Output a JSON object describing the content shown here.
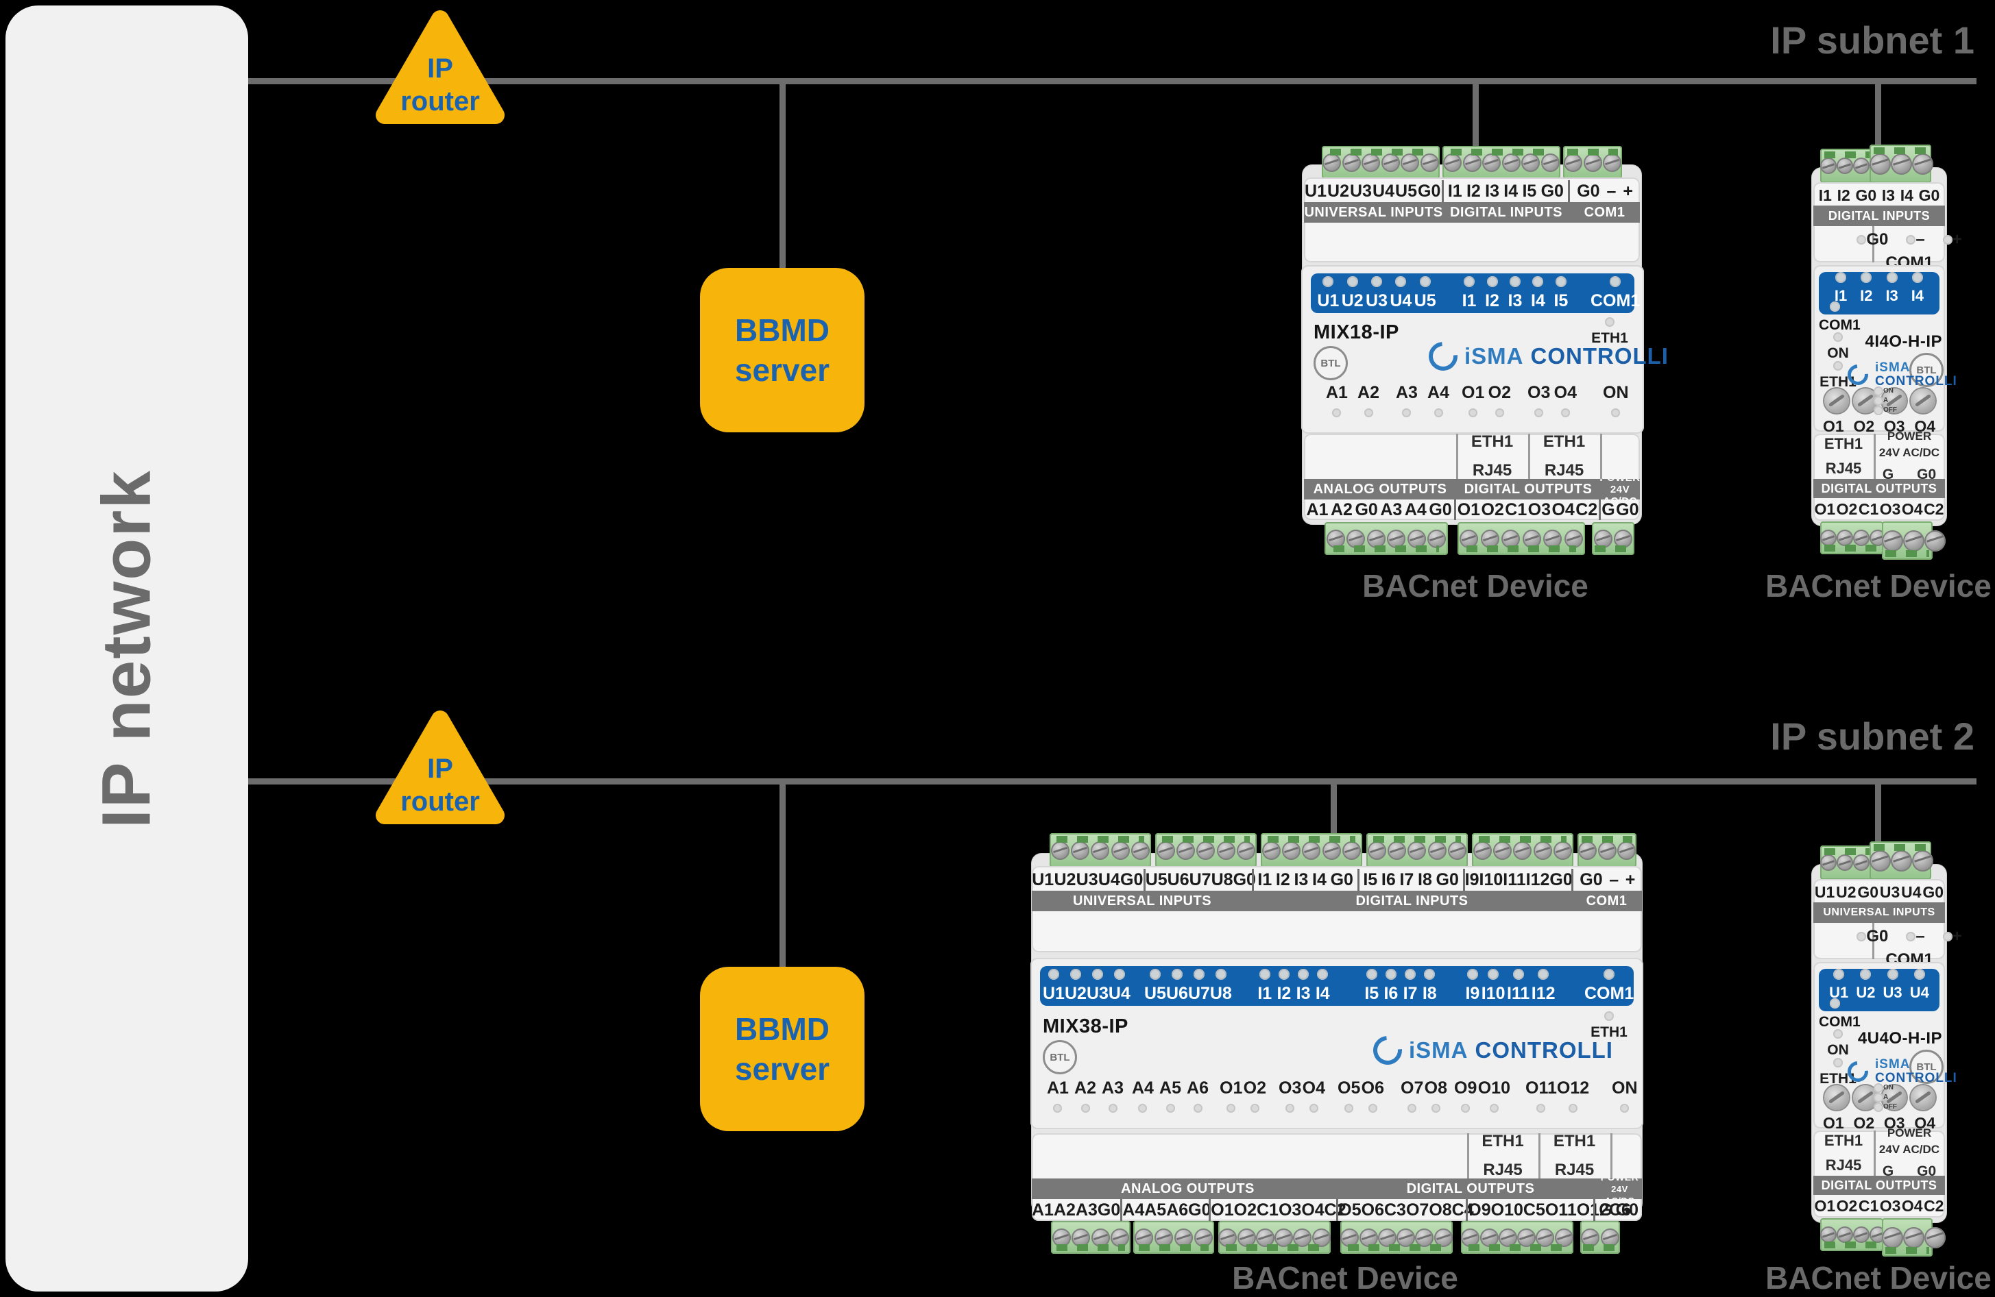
{
  "colors": {
    "accent_yellow": "#f7b50c",
    "accent_blue": "#1b63ae",
    "line_gray": "#6d6d6d",
    "band_gray": "#787878",
    "led_band_blue": "#1161ad",
    "terminal_green": "#9cc893",
    "box_gray": "#f1f1f1"
  },
  "network_box": {
    "label": "IP network"
  },
  "subnets": [
    {
      "label": "IP subnet 1"
    },
    {
      "label": "IP subnet 2"
    }
  ],
  "router": {
    "line1": "IP",
    "line2": "router"
  },
  "bbmd": {
    "line1": "BBMD",
    "line2": "server"
  },
  "bacnet_label": "BACnet Device",
  "brand": {
    "isma": "iSMA",
    "controlli": "CONTROLLI",
    "btl": "BTL"
  },
  "port": {
    "eth": "ETH1",
    "rj45": "RJ45"
  },
  "power": {
    "title": "POWER",
    "voltage": "24V AC/DC",
    "g": "G",
    "g0": "G0"
  },
  "switch_marks": [
    "ON",
    "A",
    "OFF"
  ],
  "mix18": {
    "name": "MIX18-IP",
    "eth": "ETH1",
    "top_labels": [
      [
        "U1",
        "U2",
        "U3",
        "U4",
        "U5",
        "G0"
      ],
      [
        "I1",
        "I2",
        "I3",
        "I4",
        "I5",
        "G0"
      ],
      [
        "G0",
        "–",
        "+"
      ]
    ],
    "input_bands": [
      "UNIVERSAL INPUTS",
      "DIGITAL INPUTS",
      "COM1"
    ],
    "led_groups": [
      [
        "U1",
        "U2",
        "U3",
        "U4",
        "U5"
      ],
      [
        "I1",
        "I2",
        "I3",
        "I4",
        "I5"
      ],
      [
        "COM1"
      ]
    ],
    "status_groups": [
      [
        "A1",
        "A2"
      ],
      [
        "A3",
        "A4"
      ],
      [
        "O1",
        "O2"
      ],
      [
        "O3",
        "O4"
      ],
      [
        "ON"
      ]
    ],
    "output_bands": [
      "ANALOG OUTPUTS",
      "DIGITAL OUTPUTS"
    ],
    "bottom_labels": [
      [
        "A1",
        "A2",
        "G0",
        "A3",
        "A4",
        "G0"
      ],
      [
        "O1",
        "O2",
        "C1",
        "O3",
        "O4",
        "C2"
      ],
      [
        "G",
        "G0"
      ]
    ]
  },
  "mix38": {
    "name": "MIX38-IP",
    "eth": "ETH1",
    "top_labels": [
      [
        "U1",
        "U2",
        "U3",
        "U4",
        "G0"
      ],
      [
        "U5",
        "U6",
        "U7",
        "U8",
        "G0"
      ],
      [
        "I1",
        "I2",
        "I3",
        "I4",
        "G0"
      ],
      [
        "I5",
        "I6",
        "I7",
        "I8",
        "G0"
      ],
      [
        "I9",
        "I10",
        "I11",
        "I12",
        "G0"
      ],
      [
        "G0",
        "–",
        "+"
      ]
    ],
    "input_bands": [
      "UNIVERSAL INPUTS",
      "DIGITAL INPUTS",
      "COM1"
    ],
    "led_groups": [
      [
        "U1",
        "U2",
        "U3",
        "U4"
      ],
      [
        "U5",
        "U6",
        "U7",
        "U8"
      ],
      [
        "I1",
        "I2",
        "I3",
        "I4"
      ],
      [
        "I5",
        "I6",
        "I7",
        "I8"
      ],
      [
        "I9",
        "I10",
        "I11",
        "I12"
      ],
      [
        "COM1"
      ]
    ],
    "status_groups": [
      [
        "A1",
        "A2",
        "A3"
      ],
      [
        "A4",
        "A5",
        "A6"
      ],
      [
        "O1",
        "O2"
      ],
      [
        "O3",
        "O4"
      ],
      [
        "O5",
        "O6"
      ],
      [
        "O7",
        "O8"
      ],
      [
        "O9",
        "O10"
      ],
      [
        "O11",
        "O12"
      ],
      [
        "ON"
      ]
    ],
    "output_bands": [
      "ANALOG OUTPUTS",
      "DIGITAL OUTPUTS"
    ],
    "bottom_labels": [
      [
        "A1",
        "A2",
        "A3",
        "G0"
      ],
      [
        "A4",
        "A5",
        "A6",
        "G0"
      ],
      [
        "O1",
        "O2",
        "C1",
        "O3",
        "O4",
        "C2"
      ],
      [
        "O5",
        "O6",
        "C3",
        "O7",
        "O8",
        "C4"
      ],
      [
        "O9",
        "O10",
        "C5",
        "O11",
        "O12",
        "C6"
      ],
      [
        "G",
        "G0"
      ]
    ]
  },
  "io4": {
    "name": "4I4O-H-IP",
    "eth": "ETH1",
    "on": "ON",
    "com": "COM1",
    "top_labels": [
      "I1",
      "I2",
      "G0",
      "I3",
      "I4",
      "G0"
    ],
    "input_band": "DIGITAL INPUTS",
    "com_row": [
      "G0",
      "–",
      "+"
    ],
    "led_labels": [
      "I1",
      "I2",
      "I3",
      "I4"
    ],
    "switch_labels": [
      "O1",
      "O2",
      "O3",
      "O4"
    ],
    "output_band": "DIGITAL OUTPUTS",
    "bottom_labels": [
      "O1",
      "O2",
      "C1",
      "O3",
      "O4",
      "C2"
    ]
  },
  "uo4": {
    "name": "4U4O-H-IP",
    "eth": "ETH1",
    "on": "ON",
    "com": "COM1",
    "top_labels": [
      "U1",
      "U2",
      "G0",
      "U3",
      "U4",
      "G0"
    ],
    "input_band": "UNIVERSAL INPUTS",
    "com_row": [
      "G0",
      "–",
      "+"
    ],
    "led_labels": [
      "U1",
      "U2",
      "U3",
      "U4"
    ],
    "switch_labels": [
      "O1",
      "O2",
      "O3",
      "O4"
    ],
    "output_band": "DIGITAL OUTPUTS",
    "bottom_labels": [
      "O1",
      "O2",
      "C1",
      "O3",
      "O4",
      "C2"
    ]
  }
}
